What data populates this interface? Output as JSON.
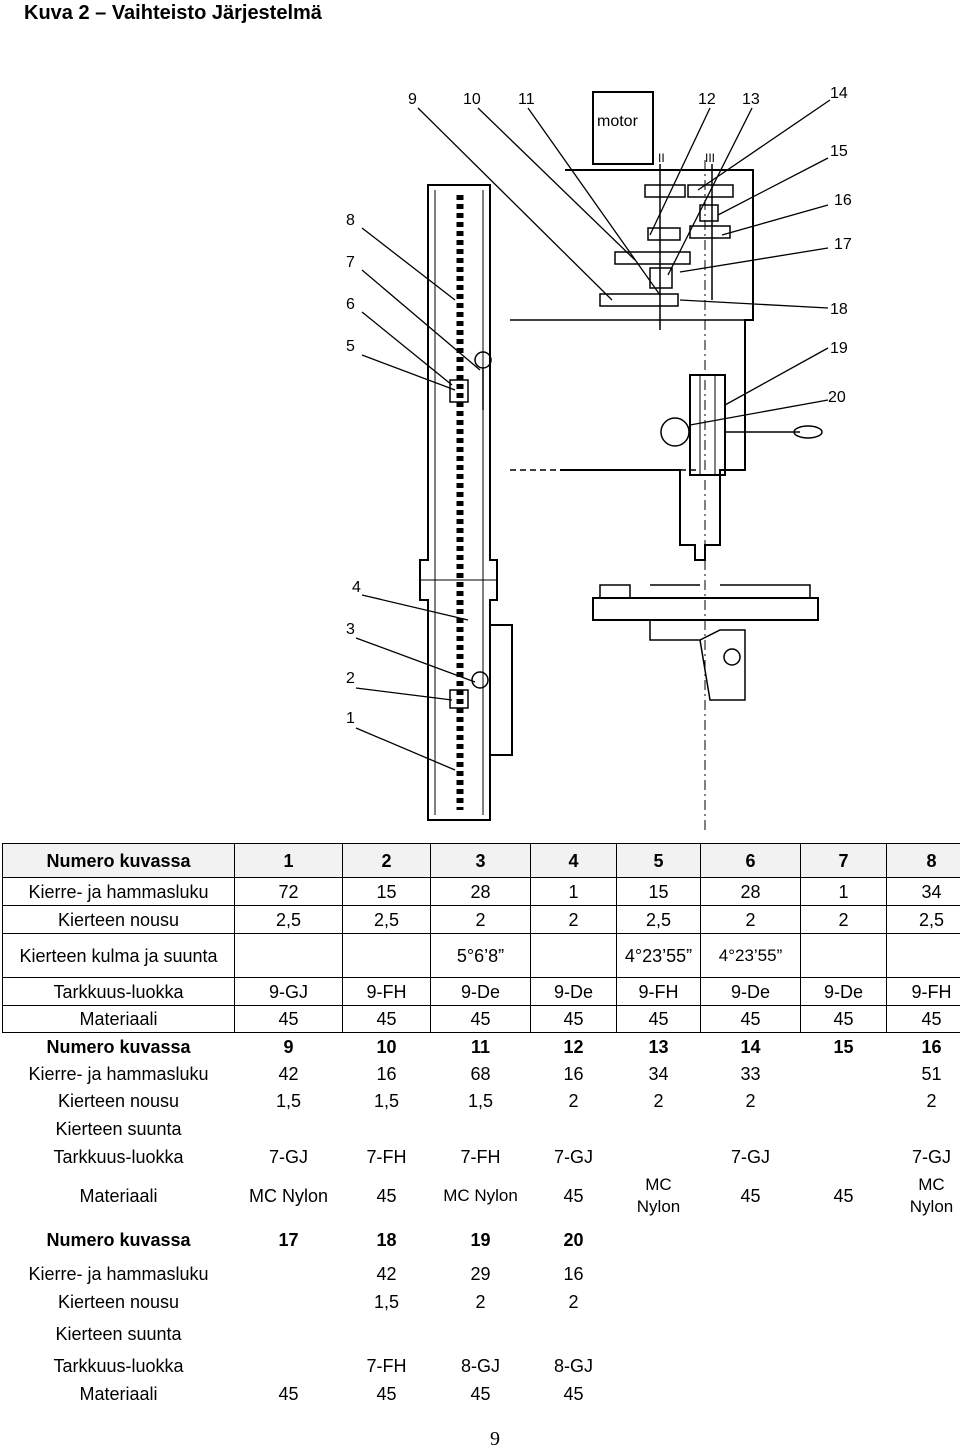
{
  "page": {
    "title": "Kuva 2 – Vaihteisto Järjestelmä",
    "page_number": "9"
  },
  "drawing": {
    "motor_label": "motor",
    "callouts": [
      "1",
      "2",
      "3",
      "4",
      "5",
      "6",
      "7",
      "8",
      "9",
      "10",
      "11",
      "12",
      "13",
      "14",
      "15",
      "16",
      "17",
      "18",
      "19",
      "20"
    ],
    "shaft_labels": [
      "II",
      "III"
    ]
  },
  "table": {
    "labels": {
      "number": "Numero kuvassa",
      "teeth": "Kierre- ja hammasluku",
      "pitch": "Kierteen nousu",
      "angle": "Kierteen kulma ja suunta",
      "direction": "Kierteen suunta",
      "accuracy": "Tarkkuus-luokka",
      "material": "Materiaali"
    },
    "group1": {
      "number": [
        "1",
        "2",
        "3",
        "4",
        "5",
        "6",
        "7",
        "8"
      ],
      "teeth": [
        "72",
        "15",
        "28",
        "1",
        "15",
        "28",
        "1",
        "34"
      ],
      "pitch": [
        "2,5",
        "2,5",
        "2",
        "2",
        "2,5",
        "2",
        "2",
        "2,5"
      ],
      "angle": [
        "",
        "",
        "5°6’8”",
        "",
        "4°23’55”",
        "4°23’55”",
        "",
        ""
      ],
      "accuracy": [
        "9-GJ",
        "9-FH",
        "9-De",
        "9-De",
        "9-FH",
        "9-De",
        "9-De",
        "9-FH"
      ],
      "material": [
        "45",
        "45",
        "45",
        "45",
        "45",
        "45",
        "45",
        "45"
      ]
    },
    "group2": {
      "number": [
        "9",
        "10",
        "11",
        "12",
        "13",
        "14",
        "15",
        "16"
      ],
      "teeth": [
        "42",
        "16",
        "68",
        "16",
        "34",
        "33",
        "",
        "51"
      ],
      "pitch": [
        "1,5",
        "1,5",
        "1,5",
        "2",
        "2",
        "2",
        "",
        "2"
      ],
      "direction": [
        "",
        "",
        "",
        "",
        "",
        "",
        "",
        ""
      ],
      "accuracy": [
        "7-GJ",
        "7-FH",
        "7-FH",
        "7-GJ",
        "",
        "7-GJ",
        "",
        "7-GJ"
      ],
      "material": [
        "MC Nylon",
        "45",
        "MC Nylon",
        "45",
        "MC Nylon",
        "45",
        "45",
        "MC Nylon"
      ]
    },
    "group3": {
      "number": [
        "17",
        "18",
        "19",
        "20"
      ],
      "teeth": [
        "",
        "42",
        "29",
        "16"
      ],
      "pitch": [
        "",
        "1,5",
        "2",
        "2"
      ],
      "direction": [
        "",
        "",
        "",
        ""
      ],
      "accuracy": [
        "",
        "7-FH",
        "8-GJ",
        "8-GJ"
      ],
      "material": [
        "45",
        "45",
        "45",
        "45"
      ]
    }
  }
}
